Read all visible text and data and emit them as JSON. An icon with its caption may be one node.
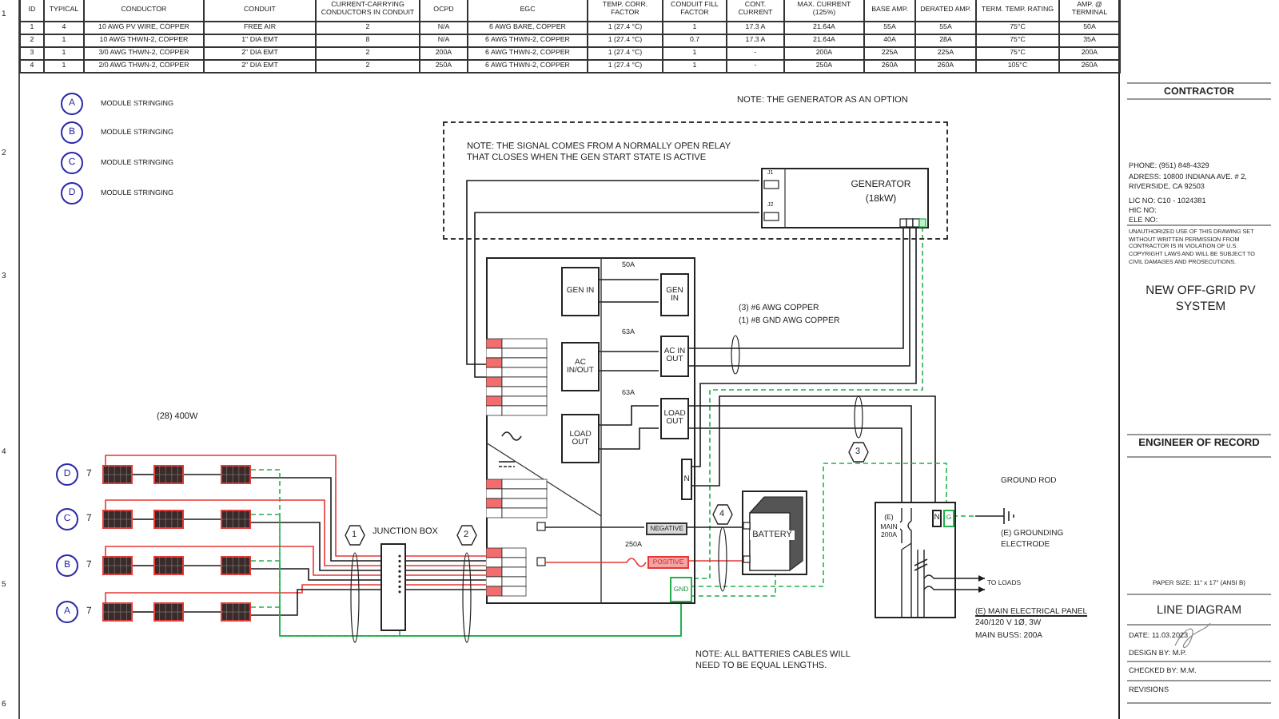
{
  "diagram": {
    "nodes": [
      {
        "text": [
          "A"
        ],
        "beside": [
          "MODULE STRINGING"
        ]
      },
      {
        "text": [
          "B"
        ],
        "beside": [
          "MODULE STRINGING"
        ]
      },
      {
        "text": [
          "C"
        ],
        "beside": [
          "MODULE STRINGING"
        ]
      },
      {
        "text": [
          "D"
        ],
        "beside": [
          "MODULE STRINGING"
        ]
      },
      {
        "text": [
          "NOTE: THE GENERATOR AS AN OPTION",
          "NOTE: THE SIGNAL COMES FROM A NORMALLY OPEN RELAY THAT CLOSES WHEN THE GEN START STATE IS ACTIVE"
        ]
      },
      {
        "text": [
          "J1",
          "J2",
          "GENERATOR",
          "(18kW)"
        ],
        "in": 4
      },
      {
        "text": [],
        "shape": "box"
      },
      {
        "text": [
          "GEN IN"
        ],
        "in": 6
      },
      {
        "text": [
          "GEN IN"
        ],
        "in": 6
      },
      {
        "text": [
          "AC IN/OUT"
        ],
        "in": 6
      },
      {
        "text": [
          "AC IN OUT"
        ],
        "in": 6
      },
      {
        "text": [
          "LOAD OUT"
        ],
        "in": 6
      },
      {
        "text": [
          "LOAD OUT"
        ],
        "in": 6
      },
      {
        "text": [
          "N"
        ],
        "in": 6
      },
      {
        "text": [
          "NEGATIVE"
        ],
        "in": 6
      },
      {
        "text": [
          "POSITIVE"
        ],
        "in": 6
      },
      {
        "text": [
          "GND"
        ],
        "in": 6
      },
      {
        "text": [
          "D"
        ],
        "beside": [
          "7"
        ]
      },
      {
        "text": [],
        "shape": "box"
      },
      {
        "text": [],
        "shape": "box"
      },
      {
        "text": [],
        "shape": "box"
      },
      {
        "text": [
          "C"
        ],
        "beside": [
          "7"
        ]
      },
      {
        "text": [],
        "shape": "box"
      },
      {
        "text": [],
        "shape": "box"
      },
      {
        "text": [],
        "shape": "box"
      },
      {
        "text": [
          "B"
        ],
        "beside": [
          "7"
        ]
      },
      {
        "text": [],
        "shape": "box"
      },
      {
        "text": [],
        "shape": "box"
      },
      {
        "text": [],
        "shape": "box"
      },
      {
        "text": [
          "A"
        ],
        "beside": [
          "7"
        ]
      },
      {
        "text": [],
        "shape": "box"
      },
      {
        "text": [],
        "shape": "box"
      },
      {
        "text": [],
        "shape": "box"
      },
      {
        "text": [
          "JUNCTION BOX"
        ]
      },
      {
        "text": [
          "BATTERY"
        ]
      },
      {
        "text": [
          "(E) MAIN 200A"
        ],
        "beside": [
          "(E) MAIN ELECTRICAL PANEL",
          "240/120 V 1Ø, 3W",
          "MAIN BUSS: 200A"
        ]
      },
      {
        "text": [
          "N"
        ],
        "in": 35
      },
      {
        "text": [
          "G"
        ],
        "in": 35
      },
      {
        "text": [
          "GROUND ROD",
          "(E) GROUNDING ELECTRODE"
        ]
      },
      {
        "text": [
          "TO LOADS"
        ]
      }
    ],
    "edges": [
      {
        "from": 18,
        "to": 19,
        "arrow": "none"
      },
      {
        "from": 19,
        "to": 20,
        "arrow": "none"
      },
      {
        "from": 18,
        "to": 33,
        "arrow": "none",
        "color": "#e53935"
      },
      {
        "from": 20,
        "to": 33,
        "arrow": "none"
      },
      {
        "from": 22,
        "to": 23,
        "arrow": "none"
      },
      {
        "from": 23,
        "to": 24,
        "arrow": "none"
      },
      {
        "from": 22,
        "to": 33,
        "arrow": "none",
        "color": "#e53935"
      },
      {
        "from": 24,
        "to": 33,
        "arrow": "none"
      },
      {
        "from": 26,
        "to": 27,
        "arrow": "none"
      },
      {
        "from": 27,
        "to": 28,
        "arrow": "none"
      },
      {
        "from": 26,
        "to": 33,
        "arrow": "none",
        "color": "#e53935"
      },
      {
        "from": 28,
        "to": 33,
        "arrow": "none"
      },
      {
        "from": 30,
        "to": 31,
        "arrow": "none"
      },
      {
        "from": 31,
        "to": 32,
        "arrow": "none"
      },
      {
        "from": 30,
        "to": 33,
        "arrow": "none",
        "color": "#e53935"
      },
      {
        "from": 32,
        "to": 33,
        "arrow": "none"
      },
      {
        "from": 20,
        "to": 16,
        "arrow": "none",
        "style": "dashed",
        "color": "#22b14c"
      },
      {
        "from": 24,
        "to": 16,
        "arrow": "none",
        "style": "dashed",
        "color": "#22b14c"
      },
      {
        "from": 28,
        "to": 16,
        "arrow": "none",
        "style": "dashed",
        "color": "#22b14c"
      },
      {
        "from": 32,
        "to": 16,
        "arrow": "none",
        "style": "dashed",
        "color": "#22b14c"
      },
      {
        "from": 33,
        "to": 16,
        "arrow": "none",
        "style": "dashed",
        "color": "#22b14c"
      },
      {
        "from": 33,
        "to": 6,
        "arrow": "none",
        "color": "#e53935"
      },
      {
        "from": 33,
        "to": 6,
        "arrow": "none"
      },
      {
        "from": 33,
        "to": 6,
        "arrow": "none",
        "color": "#e53935"
      },
      {
        "from": 33,
        "to": 6,
        "arrow": "none"
      },
      {
        "from": 33,
        "to": 6,
        "arrow": "none",
        "color": "#e53935"
      },
      {
        "from": 33,
        "to": 6,
        "arrow": "none"
      },
      {
        "from": 33,
        "to": 6,
        "arrow": "none",
        "color": "#e53935"
      },
      {
        "from": 33,
        "to": 6,
        "arrow": "none"
      },
      {
        "from": 5,
        "to": 6,
        "arrow": "none"
      },
      {
        "from": 5,
        "to": 6,
        "arrow": "none"
      },
      {
        "from": 5,
        "to": 10,
        "arrow": "none"
      },
      {
        "from": 5,
        "to": 10,
        "arrow": "none"
      },
      {
        "from": 5,
        "to": 13,
        "arrow": "none"
      },
      {
        "from": 5,
        "to": 16,
        "arrow": "none",
        "style": "dashed",
        "color": "#22b14c"
      },
      {
        "from": 7,
        "to": 8,
        "arrow": "none"
      },
      {
        "from": 7,
        "to": 8,
        "arrow": "none"
      },
      {
        "from": 9,
        "to": 10,
        "arrow": "none"
      },
      {
        "from": 9,
        "to": 10,
        "arrow": "none"
      },
      {
        "from": 11,
        "to": 12,
        "arrow": "none"
      },
      {
        "from": 11,
        "to": 12,
        "arrow": "none"
      },
      {
        "from": 12,
        "to": 35,
        "arrow": "none"
      },
      {
        "from": 12,
        "to": 35,
        "arrow": "none"
      },
      {
        "from": 13,
        "to": 36,
        "arrow": "none"
      },
      {
        "from": 16,
        "to": 34,
        "arrow": "none",
        "style": "dashed",
        "color": "#22b14c"
      },
      {
        "from": 16,
        "to": 37,
        "arrow": "none",
        "style": "dashed",
        "color": "#22b14c"
      },
      {
        "from": 14,
        "to": 34,
        "arrow": "none"
      },
      {
        "from": 15,
        "to": 34,
        "arrow": "none",
        "color": "#e53935"
      },
      {
        "from": 37,
        "to": 38,
        "arrow": "none",
        "style": "dashed",
        "color": "#22b14c"
      },
      {
        "from": 35,
        "to": 39,
        "arrow": "to"
      },
      {
        "from": 35,
        "to": 39,
        "arrow": "to"
      }
    ],
    "labels": [
      "ID",
      "TYPICAL",
      "CONDUCTOR",
      "CONDUIT",
      "CURRENT-CARRYING CONDUCTORS IN CONDUIT",
      "OCPD",
      "EGC",
      "TEMP. CORR. FACTOR",
      "CONDUIT FILL FACTOR",
      "CONT. CURRENT",
      "MAX. CURRENT (125%)",
      "BASE AMP.",
      "DERATED AMP.",
      "TERM. TEMP. RATING",
      "AMP. @ TERMINAL",
      "1",
      "4",
      "10 AWG PV WIRE, COPPER",
      "FREE AIR",
      "2",
      "N/A",
      "6 AWG BARE, COPPER",
      "1 (27.4 °C)",
      "1",
      "17.3 A",
      "21.64A",
      "55A",
      "55A",
      "75°C",
      "50A",
      "2",
      "1",
      "10 AWG THWN-2, COPPER",
      "1\" DIA EMT",
      "8",
      "N/A",
      "6 AWG THWN-2, COPPER",
      "1 (27.4 °C)",
      "0.7",
      "17.3 A",
      "21.64A",
      "40A",
      "28A",
      "75°C",
      "35A",
      "3",
      "1",
      "3/0 AWG THWN-2, COPPER",
      "2\" DIA EMT",
      "2",
      "200A",
      "6 AWG THWN-2, COPPER",
      "1 (27.4 °C)",
      "1",
      "-",
      "200A",
      "225A",
      "225A",
      "75°C",
      "200A",
      "4",
      "1",
      "2/0 AWG THWN-2, COPPER",
      "2\" DIA EMT",
      "2",
      "250A",
      "6 AWG THWN-2, COPPER",
      "1 (27.4 °C)",
      "1",
      "-",
      "250A",
      "260A",
      "260A",
      "105°C",
      "260A",
      "1",
      "2",
      "3",
      "4",
      "5",
      "6",
      "50A",
      "63A",
      "63A",
      "(3) #6 AWG COPPER",
      "(1) #8 GND AWG COPPER",
      "(28) 400W",
      "250A",
      "1",
      "2",
      "3",
      "4",
      "NOTE: ALL BATTERIES CABLES WILL NEED TO BE EQUAL LENGTHS.",
      "CONTRACTOR",
      "PHONE: (951) 848-4329",
      "ADRESS: 10800 INDIANA AVE. # 2, RIVERSIDE, CA 92503",
      "LIC NO: C10 - 1024381",
      "HIC NO:",
      "ELE NO:",
      "UNAUTHORIZED USE OF THIS DRAWING SET WITHOUT WRITTEN PERMISSION FROM CONTRACTOR IS IN VIOLATION OF U.S. COPYRIGHT LAWS AND WILL BE SUBJECT TO CIVIL DAMAGES AND PROSECUTIONS.",
      "NEW OFF-GRID PV SYSTEM",
      "ENGINEER OF RECORD",
      "PAPER SIZE: 11\" x 17\" (ANSI B)",
      "LINE DIAGRAM",
      "DATE: 11.03.2023",
      "DESIGN BY: M.P.",
      "CHECKED BY: M.M.",
      "REVISIONS"
    ]
  }
}
